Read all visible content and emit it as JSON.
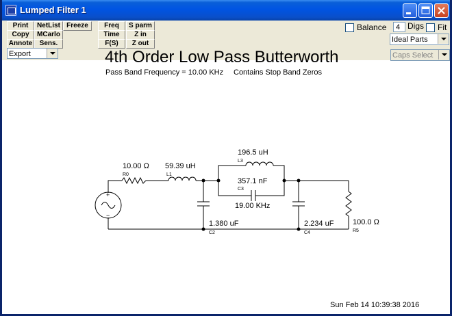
{
  "window": {
    "title": "Lumped Filter 1"
  },
  "toolbar": {
    "print": "Print",
    "copy": "Copy",
    "annote": "Annote",
    "netlist": "NetList",
    "mcarlo": "MCarlo",
    "sens": "Sens.",
    "freeze": "Freeze",
    "freq": "Freq",
    "time": "Time",
    "fs": "F(S)",
    "sparm": "S parm",
    "zin": "Z in",
    "zout": "Z out",
    "export_selected": "Export",
    "balance_label": "Balance",
    "digits_value": "4",
    "digits_label": "Digs",
    "fit_label": "Fit",
    "parts_selected": "Ideal Parts",
    "caps_selected": "Caps Select"
  },
  "filter": {
    "title": "4th Order Low Pass Butterworth",
    "passband": "Pass Band Frequency = 10.00 KHz",
    "stopband_note": "Contains Stop Band Zeros"
  },
  "schematic": {
    "r0": {
      "value": "10.00 Ω",
      "ref": "R0"
    },
    "l1": {
      "value": "59.39 uH",
      "ref": "L1"
    },
    "l3": {
      "value": "196.5 uH",
      "ref": "L3"
    },
    "c3": {
      "value": "357.1 nF",
      "ref": "C3"
    },
    "resonance": "19.00 KHz",
    "c2": {
      "value": "1.380 uF",
      "ref": "C2"
    },
    "c4": {
      "value": "2.234 uF",
      "ref": "C4"
    },
    "r5": {
      "value": "100.0 Ω",
      "ref": "R5"
    },
    "source_plus": "+",
    "source_minus": "−"
  },
  "timestamp": "Sun Feb 14 10:39:38 2016"
}
